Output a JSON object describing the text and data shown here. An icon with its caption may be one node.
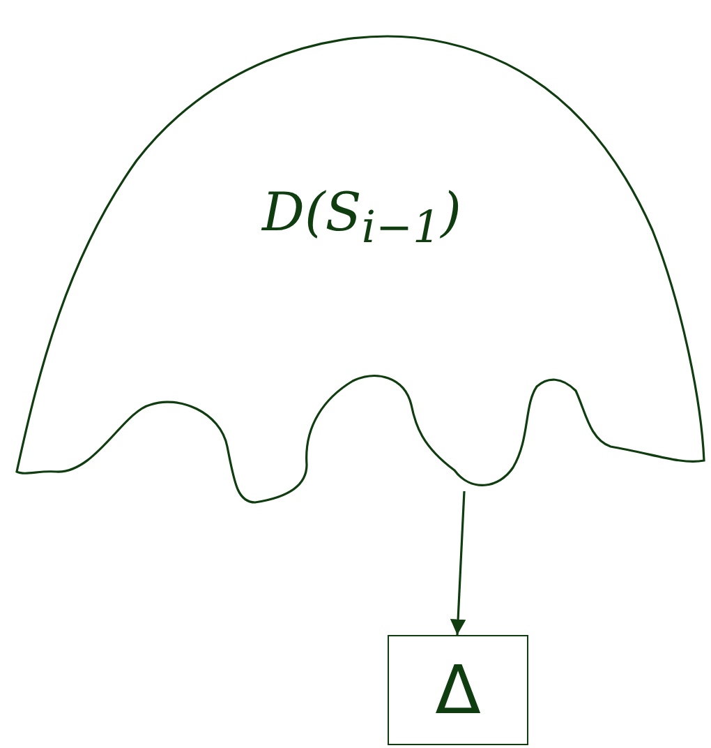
{
  "diagram": {
    "nodes": [
      {
        "text": [
          "D(S$_{i−1}$)"
        ]
      },
      {
        "text": [
          "Δ"
        ]
      }
    ],
    "edges": [
      {
        "from": 0,
        "to": 1,
        "arrow": "to"
      }
    ]
  }
}
